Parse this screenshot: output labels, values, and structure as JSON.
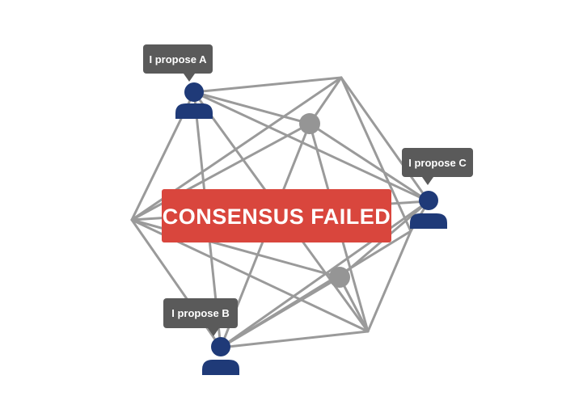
{
  "banner": {
    "label": "CONSENSUS FAILED",
    "color": "#d9463d"
  },
  "participants": [
    {
      "id": "a",
      "proposal": "I propose A"
    },
    {
      "id": "b",
      "proposal": "I propose B"
    },
    {
      "id": "c",
      "proposal": "I propose C"
    }
  ],
  "colors": {
    "edge": "#9a9a9a",
    "node": "#959595",
    "person": "#1f3a78",
    "bubble": "#5a5a5a",
    "background": "#ffffff"
  },
  "icons": {
    "person": "person-icon",
    "node": "network-node-icon",
    "bubble": "speech-bubble-icon"
  }
}
